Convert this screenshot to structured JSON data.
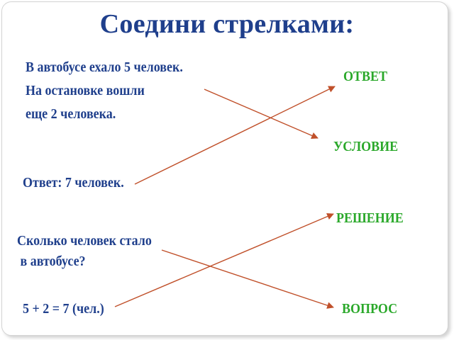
{
  "title": "Соедини стрелками:",
  "items": {
    "problem_lines": [
      "В автобусе ехало 5 человек.",
      "На остановке вошли",
      "еще 2 человека."
    ],
    "answer": "Ответ: 7 человек.",
    "question_lines": [
      "Сколько человек стало",
      " в автобусе?"
    ],
    "solution": "5 + 2 = 7 (чел.)"
  },
  "labels": {
    "answer": "ОТВЕТ",
    "condition": "УСЛОВИЕ",
    "solution": "РЕШЕНИЕ",
    "question": "ВОПРОС"
  },
  "colors": {
    "text": "#1f3f8c",
    "labels": "#2aa82a",
    "arrows": "#c0502a"
  }
}
